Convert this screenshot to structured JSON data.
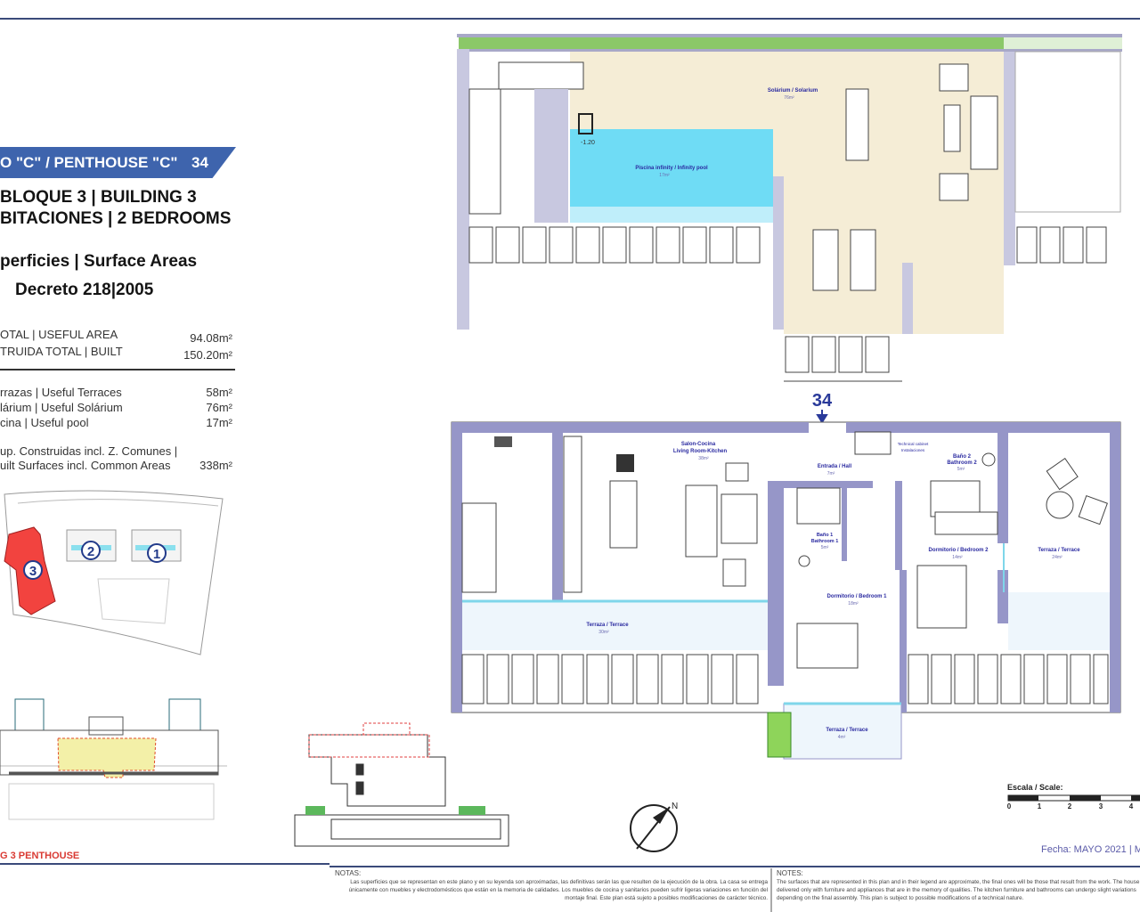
{
  "header": {
    "banner_title": "O \"C\" / PENTHOUSE \"C\"",
    "unit_number": "34",
    "building": "BLOQUE 3 | BUILDING 3",
    "bedrooms": "BITACIONES | 2 BEDROOMS",
    "surface_heading": "perficies | Surface Areas",
    "decree": "Decreto 218|2005"
  },
  "areas": {
    "main": [
      {
        "label": "OTAL | USEFUL  AREA",
        "value": "94.08m²"
      },
      {
        "label": "TRUIDA TOTAL | BUILT",
        "value": "150.20m²"
      }
    ],
    "extras": [
      {
        "label": "rrazas | Useful Terraces",
        "value": "58m²"
      },
      {
        "label": "lárium | Useful Solárium",
        "value": "76m²"
      },
      {
        "label": "cina | Useful pool",
        "value": "17m²"
      }
    ],
    "common_line1": "up. Construidas incl. Z. Comunes |",
    "common_line2": "uilt Surfaces incl. Common Areas",
    "common_value": "338m²"
  },
  "site_plan": {
    "buildings": [
      "3",
      "2",
      "1"
    ],
    "highlight_color": "#f2433f"
  },
  "footer_caption": "G 3 PENTHOUSE",
  "rooftop_plan": {
    "solarium_label": "Solárium / Solarium",
    "solarium_area": "76m²",
    "pool_label": "Piscina infinity / Infinity pool",
    "pool_area": "17m²",
    "pool_depth": "-1.20",
    "pool_color": "#6fdcf5",
    "solarium_color": "#f5edd6"
  },
  "unit_marker": "34",
  "floor_plan": {
    "rooms": [
      {
        "name": "Salon-Cocina",
        "name_en": "Living Room-Kitchen",
        "area": "38m²"
      },
      {
        "name": "Entrada / Hall",
        "area": "7m²"
      },
      {
        "name": "Technical cabinet",
        "name_en": "Instalaciones"
      },
      {
        "name": "Baño 2",
        "name_en": "Bathroom 2",
        "area": "5m²"
      },
      {
        "name": "Baño 1",
        "name_en": "Bathroom 1",
        "area": "5m²"
      },
      {
        "name": "Dormitorio / Bedroom 2",
        "area": "14m²"
      },
      {
        "name": "Terraza / Terrace",
        "area": "24m²"
      },
      {
        "name": "Dormitorio / Bedroom 1",
        "area": "18m²"
      },
      {
        "name": "Terraza / Terrace",
        "area": "30m²"
      },
      {
        "name": "Terraza / Terrace",
        "area": "4m²"
      }
    ],
    "wall_color": "#9696c8"
  },
  "scale": {
    "label": "Escala / Scale:",
    "ticks": [
      "0",
      "1",
      "2",
      "3",
      "4"
    ]
  },
  "date": "Fecha: MAYO 2021 | M",
  "north_label": "N",
  "notes": {
    "es_title": "NOTAS:",
    "es_text": "Las superficies que se representan en este plano y en su leyenda son aproximadas, las definitivas serán las que resulten de la ejecución de la obra. La casa se entrega únicamente con muebles y electrodomésticos que están en la memoria de calidades. Los muebles de cocina y sanitarios pueden sufrir ligeras variaciones en función del montaje final. Este plan está sujeto a posibles modificaciones de carácter técnico.",
    "en_title": "NOTES:",
    "en_text": "The surfaces that are represented in this plan and in their legend are approximate, the final ones will be those that result from the work. The house is delivered only with furniture and appliances that are in the memory of qualities. The kitchen furniture and bathrooms can undergo slight variations depending on the final assembly. This plan is subject to possible modifications of a technical nature."
  }
}
